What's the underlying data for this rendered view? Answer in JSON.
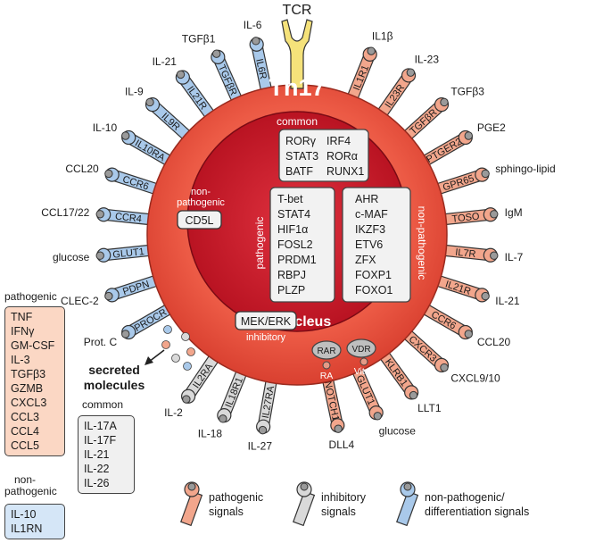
{
  "title": "Th17",
  "tcr": "TCR",
  "nucleus": "nucleus",
  "common_header": "common",
  "common_tfs": [
    "RORγ",
    "STAT3",
    "BATF",
    "IRF4",
    "RORα",
    "RUNX1"
  ],
  "pathogenic_label": "pathogenic",
  "nonpathogenic_label": "non-pathogenic",
  "pathogenic_tfs": [
    "T-bet",
    "STAT4",
    "HIF1α",
    "FOSL2",
    "PRDM1",
    "RBPJ",
    "PLZP"
  ],
  "nonpathogenic_tfs": [
    "AHR",
    "c-MAF",
    "IKZF3",
    "ETV6",
    "ZFX",
    "FOXP1",
    "FOXO1"
  ],
  "cd5l_header": "non-pathogenic",
  "cd5l": "CD5L",
  "mek": "MEK/ERK",
  "mek_sub": "inhibitory",
  "rar": "RAR",
  "ra": "RA",
  "vdr": "VDR",
  "vitd": "Vit.D",
  "receptors": [
    {
      "receptor": "IL1R1",
      "ligand": "IL1β",
      "type": "pathogenic"
    },
    {
      "receptor": "IL23R",
      "ligand": "IL-23",
      "type": "pathogenic"
    },
    {
      "receptor": "TGFβR",
      "ligand": "TGFβ3",
      "type": "pathogenic"
    },
    {
      "receptor": "PTGER2",
      "ligand": "PGE2",
      "type": "pathogenic"
    },
    {
      "receptor": "GPR65",
      "ligand": "sphingo-lipid",
      "type": "pathogenic"
    },
    {
      "receptor": "TOSO",
      "ligand": "IgM",
      "type": "pathogenic"
    },
    {
      "receptor": "IL7R",
      "ligand": "IL-7",
      "type": "pathogenic"
    },
    {
      "receptor": "IL21R",
      "ligand": "IL-21",
      "type": "pathogenic"
    },
    {
      "receptor": "CCR6",
      "ligand": "CCL20",
      "type": "pathogenic"
    },
    {
      "receptor": "CXCR3",
      "ligand": "CXCL9/10",
      "type": "pathogenic"
    },
    {
      "receptor": "KLRB1",
      "ligand": "LLT1",
      "type": "pathogenic"
    },
    {
      "receptor": "GLUT1",
      "ligand": "glucose",
      "type": "pathogenic"
    },
    {
      "receptor": "NOTCH1",
      "ligand": "DLL4",
      "type": "pathogenic"
    },
    {
      "receptor": "IL27RA",
      "ligand": "IL-27",
      "type": "inhibitory"
    },
    {
      "receptor": "IL18R1",
      "ligand": "IL-18",
      "type": "inhibitory"
    },
    {
      "receptor": "IL2RA",
      "ligand": "IL-2",
      "type": "inhibitory"
    },
    {
      "receptor": "PROCR",
      "ligand": "Prot. C",
      "type": "nonpathogenic"
    },
    {
      "receptor": "PDPN",
      "ligand": "CLEC-2",
      "type": "nonpathogenic"
    },
    {
      "receptor": "GLUT1",
      "ligand": "glucose",
      "type": "nonpathogenic"
    },
    {
      "receptor": "CCR4",
      "ligand": "CCL17/22",
      "type": "nonpathogenic"
    },
    {
      "receptor": "CCR6",
      "ligand": "CCL20",
      "type": "nonpathogenic"
    },
    {
      "receptor": "IL10RA",
      "ligand": "IL-10",
      "type": "nonpathogenic"
    },
    {
      "receptor": "IL9R",
      "ligand": "IL-9",
      "type": "nonpathogenic"
    },
    {
      "receptor": "IL21R",
      "ligand": "IL-21",
      "type": "nonpathogenic"
    },
    {
      "receptor": "TGFβR",
      "ligand": "TGFβ1",
      "type": "nonpathogenic"
    },
    {
      "receptor": "IL6R",
      "ligand": "IL-6",
      "type": "nonpathogenic"
    }
  ],
  "secreted_label": "secreted molecules",
  "pathogenic_secreted_title": "pathogenic",
  "pathogenic_secreted": [
    "TNF",
    "IFNγ",
    "GM-CSF",
    "IL-3",
    "TGFβ3",
    "GZMB",
    "CXCL3",
    "CCL3",
    "CCL4",
    "CCL5"
  ],
  "common_secreted_title": "common",
  "common_secreted": [
    "IL-17A",
    "IL-17F",
    "IL-21",
    "IL-22",
    "IL-26"
  ],
  "nonpath_secreted_title": "non-pathogenic",
  "nonpath_secreted": [
    "IL-10",
    "IL1RN"
  ],
  "legend": [
    {
      "label": "pathogenic signals",
      "type": "pathogenic"
    },
    {
      "label": "inhibitory signals",
      "type": "inhibitory"
    },
    {
      "label": "non-pathogenic/ differentiation signals",
      "type": "nonpathogenic"
    }
  ],
  "colors": {
    "pathogenic": "#f2a68c",
    "inhibitory": "#d9d9d9",
    "nonpathogenic": "#a9c9ea",
    "cell_outer": "#e8503f",
    "cell_inner": "#c8102e",
    "tcr": "#f5e27a",
    "patho_box": "#fbd7c4",
    "nonpatho_box": "#d5e6f7",
    "common_box": "#f0f0f0"
  }
}
